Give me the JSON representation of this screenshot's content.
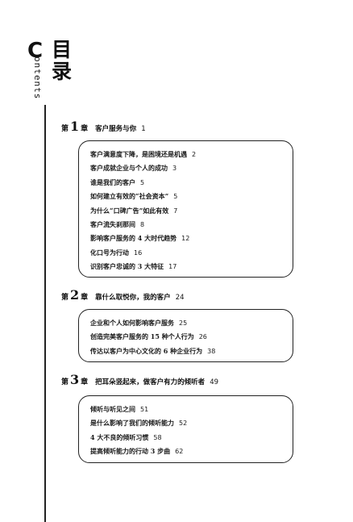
{
  "side_label": {
    "first_letter": "C",
    "rest": "ontents"
  },
  "title": "目录",
  "chapters": [
    {
      "prefix": "第",
      "number": "1",
      "suffix": "章",
      "title": "客户服务与你",
      "page": "1",
      "entries": [
        {
          "text": "客户满意度下降，是困境还是机遇",
          "page": "2"
        },
        {
          "text": "客户成就企业与个人的成功",
          "page": "3"
        },
        {
          "text": "谁是我们的客户",
          "page": "5"
        },
        {
          "text": "如何建立有效的“社会资本”",
          "page": "5"
        },
        {
          "text": "为什么“口碑广告”如此有效",
          "page": "7"
        },
        {
          "text": "客户流失刹那间",
          "page": "8"
        },
        {
          "text": "影响客户服务的 4 大时代趋势",
          "page": "12"
        },
        {
          "text": "化口号为行动",
          "page": "16"
        },
        {
          "text": "识别客户忠诚的 3 大特征",
          "page": "17"
        }
      ]
    },
    {
      "prefix": "第",
      "number": "2",
      "suffix": "章",
      "title": "靠什么取悦你，我的客户",
      "page": "24",
      "entries": [
        {
          "text": "企业和个人如何影响客户服务",
          "page": "25"
        },
        {
          "text": "创造完美客户服务的 15 种个人行为",
          "page": "26"
        },
        {
          "text": "传达以客户为中心文化的 6 种企业行为",
          "page": "38"
        }
      ]
    },
    {
      "prefix": "第",
      "number": "3",
      "suffix": "章",
      "title": "把耳朵竖起来，做客户有力的倾听者",
      "page": "49",
      "entries": [
        {
          "text": "倾听与听见之间",
          "page": "51"
        },
        {
          "text": "是什么影响了我们的倾听能力",
          "page": "52"
        },
        {
          "text": "4 大不良的倾听习惯",
          "page": "58"
        },
        {
          "text": "提高倾听能力的行动 3 步曲",
          "page": "62"
        }
      ]
    }
  ]
}
